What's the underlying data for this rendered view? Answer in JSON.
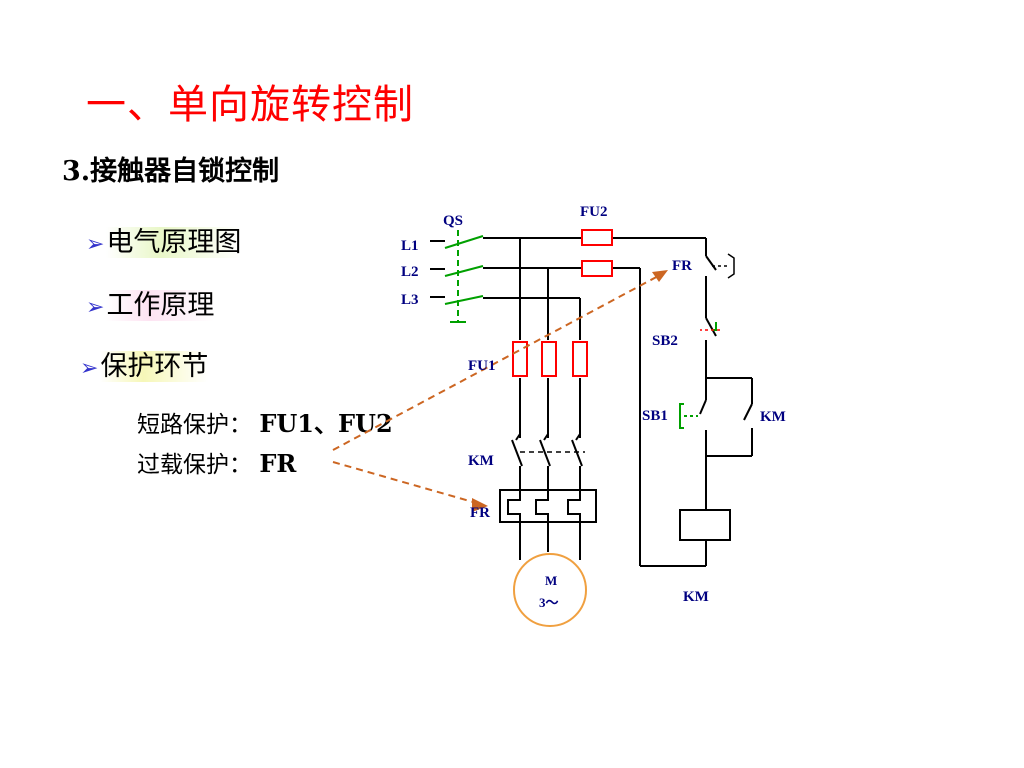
{
  "slide": {
    "title": "一、单向旋转控制",
    "subtitle": "3.接触器自锁控制",
    "bullets": [
      {
        "marker": "➢",
        "text": "电气原理图"
      },
      {
        "marker": "➢",
        "text": "工作原理"
      },
      {
        "marker": "➢",
        "text": "保护环节"
      }
    ],
    "protections": [
      {
        "label": "短路保护：",
        "value": "FU1、FU2"
      },
      {
        "label": "过载保护：",
        "value": "FR"
      }
    ]
  },
  "diagram": {
    "labels": {
      "qs": "QS",
      "fu2": "FU2",
      "l1": "L1",
      "l2": "L2",
      "l3": "L3",
      "fr_contact": "FR",
      "sb2": "SB2",
      "fu1": "FU1",
      "sb1": "SB1",
      "km_aux": "KM",
      "km_main": "KM",
      "fr_heater": "FR",
      "km_coil": "KM",
      "motor_line1": "M",
      "motor_line2": "3～"
    },
    "colors": {
      "wire": "#000000",
      "switch_green": "#00a000",
      "fuse_red": "#ff0000",
      "motor_fill": "#ffffff",
      "motor_stroke": "#f0a040",
      "label": "#000080",
      "arrow": "#cc6622",
      "title": "#ff0000"
    }
  }
}
